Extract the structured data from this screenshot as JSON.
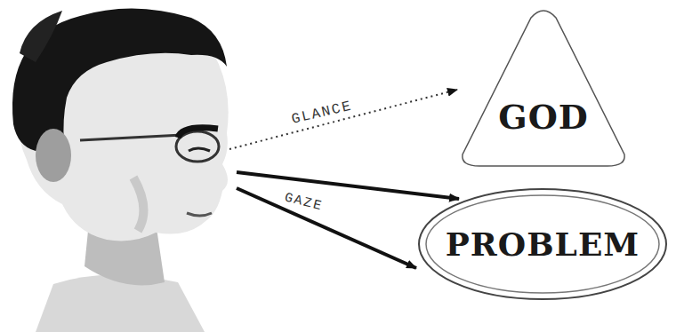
{
  "diagram": {
    "nodes": [
      {
        "text": [
          "GOD"
        ]
      },
      {
        "text": [
          "PROBLEM"
        ]
      }
    ],
    "labels": [
      "GLANCE",
      "GAZE"
    ]
  }
}
